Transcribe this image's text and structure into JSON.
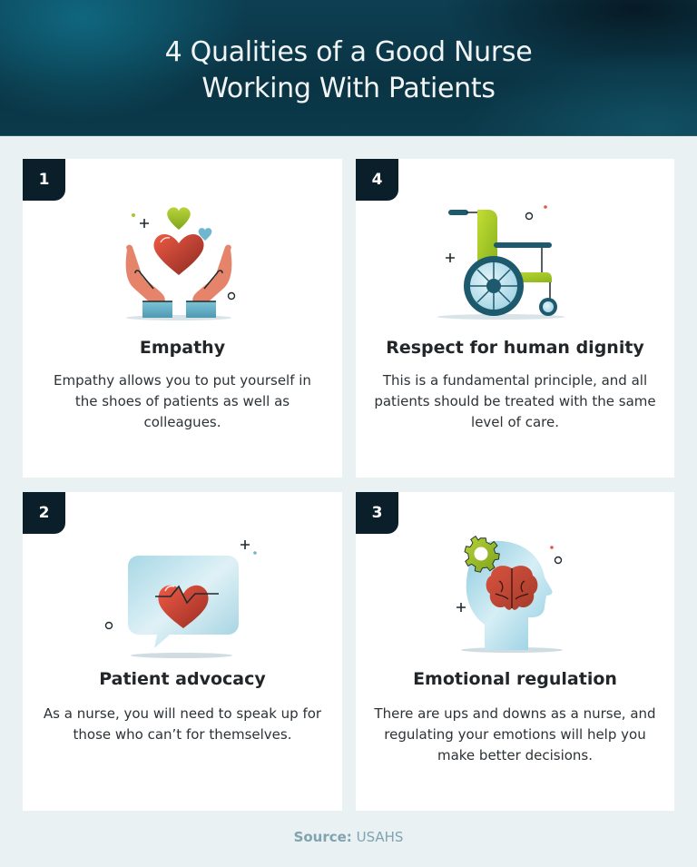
{
  "header": {
    "title_line1": "4 Qualities of a Good Nurse",
    "title_line2": "Working With Patients"
  },
  "cards": [
    {
      "number": "1",
      "title": "Empathy",
      "description": "Empathy allows you to put yourself in the shoes of patients as well as colleagues.",
      "icon": "hands-holding-heart-icon"
    },
    {
      "number": "4",
      "title": "Respect for human dignity",
      "description": "This is a fundamental principle, and all patients should be treated with the same level of care.",
      "icon": "wheelchair-icon"
    },
    {
      "number": "2",
      "title": "Patient advocacy",
      "description": "As a nurse, you will need to speak up for those who can’t for themselves.",
      "icon": "speech-bubble-heartbeat-icon"
    },
    {
      "number": "3",
      "title": "Emotional regulation",
      "description": "There are ups and downs as a nurse, and regulating your emotions will help you make better decisions.",
      "icon": "head-brain-gear-icon"
    }
  ],
  "footer": {
    "source_label": "Source:",
    "source_value": "USAHS"
  },
  "colors": {
    "header_bg": "#0a3444",
    "page_bg": "#e9f1f3",
    "badge_bg": "#0b1f2b",
    "heart_red": "#d8473a",
    "accent_green": "#a6c72a",
    "accent_blue": "#9fd3e3",
    "wheel_navy": "#1d5a6e",
    "source_text": "#7fa3b0"
  }
}
